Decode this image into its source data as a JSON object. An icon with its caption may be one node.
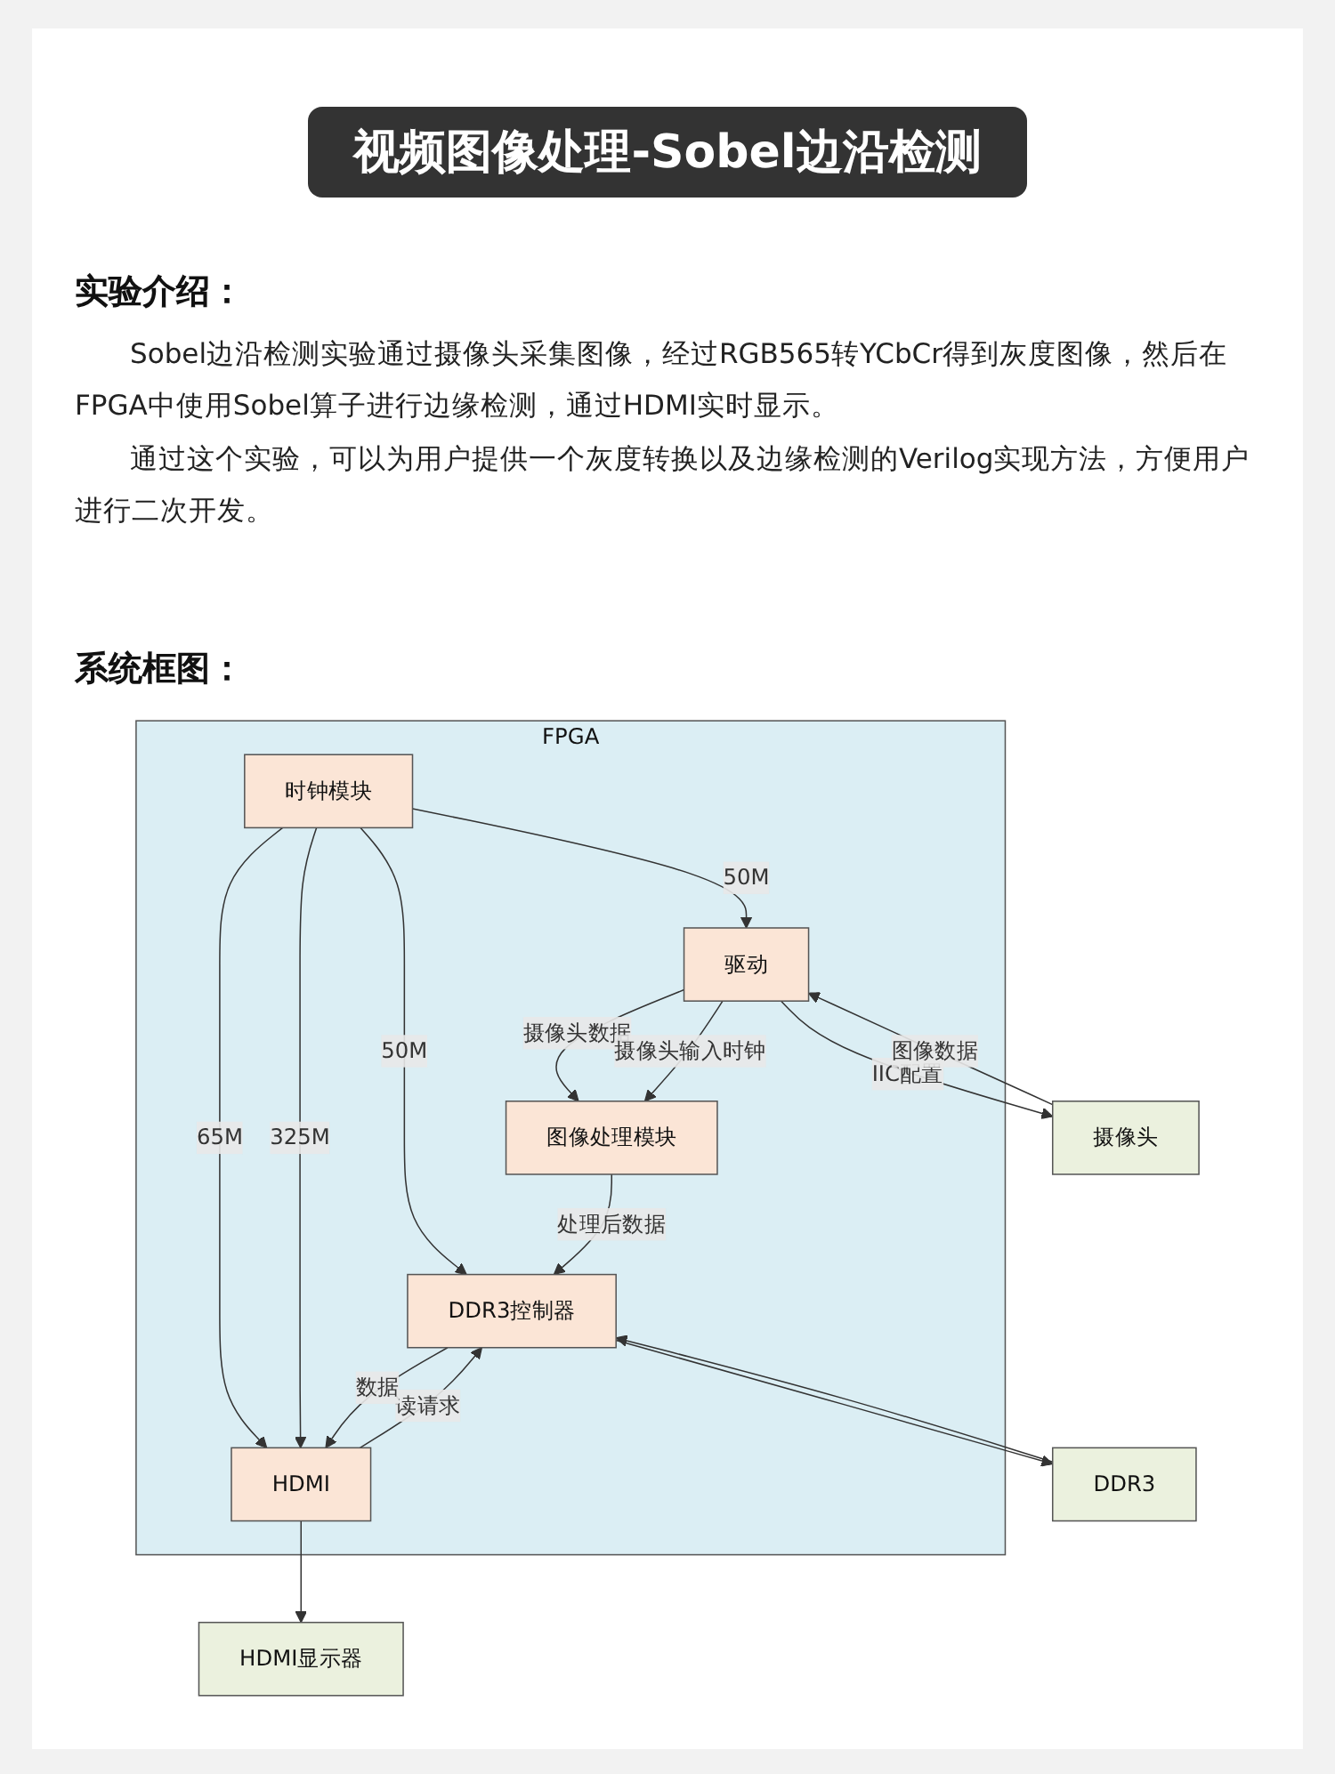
{
  "diagram": {
    "title": "视频图像处理-Sobel边沿检测",
    "nodes": [
      {
        "text": [
          "FPGA"
        ]
      },
      {
        "text": [
          "摄像头"
        ]
      },
      {
        "text": [
          "时钟模块"
        ],
        "in": 0
      },
      {
        "text": [
          "驱动"
        ],
        "in": 0
      },
      {
        "text": [
          "HDMI"
        ],
        "in": 0
      },
      {
        "text": [
          "图像处理模块"
        ],
        "in": 0
      },
      {
        "text": [
          "DDR3控制器"
        ],
        "in": 0
      },
      {
        "text": [
          "HDMI显示器"
        ]
      },
      {
        "text": [
          "DDR3"
        ]
      }
    ],
    "edges": [
      {
        "from": 3,
        "to": 1,
        "arrow": "to",
        "label": "IIC配置"
      },
      {
        "from": 1,
        "to": 3,
        "arrow": "to",
        "label": "图像数据"
      },
      {
        "from": 2,
        "to": 3,
        "arrow": "to",
        "label": "50M"
      },
      {
        "from": 2,
        "to": 4,
        "arrow": "to",
        "label": "65M"
      },
      {
        "from": 2,
        "to": 4,
        "arrow": "to",
        "label": "325M"
      },
      {
        "from": 2,
        "to": 6,
        "arrow": "to",
        "label": "50M"
      },
      {
        "from": 3,
        "to": 5,
        "arrow": "to",
        "label": "摄像头数据"
      },
      {
        "from": 3,
        "to": 5,
        "arrow": "to",
        "label": "摄像头输入时钟"
      },
      {
        "from": 4,
        "to": 6,
        "arrow": "to",
        "label": "读请求"
      },
      {
        "from": 6,
        "to": 4,
        "arrow": "to",
        "label": "数据"
      },
      {
        "from": 5,
        "to": 6,
        "arrow": "to",
        "label": "处理后数据"
      },
      {
        "from": 4,
        "to": 7,
        "arrow": "to"
      },
      {
        "from": 6,
        "to": 8,
        "arrow": "to"
      },
      {
        "from": 8,
        "to": 6,
        "arrow": "to"
      }
    ],
    "labels": [
      "实验介绍：",
      "Sobel边沿检测实验通过摄像头采集图像，经过RGB565转YCbCr得到灰度图像，然后在FPGA中使用Sobel算子进行边缘检测，通过HDMI实时显示。",
      "通过这个实验，可以为用户提供一个灰度转换以及边缘检测的Verilog实现方法，方便用户进行二次开发。",
      "系统框图："
    ]
  }
}
